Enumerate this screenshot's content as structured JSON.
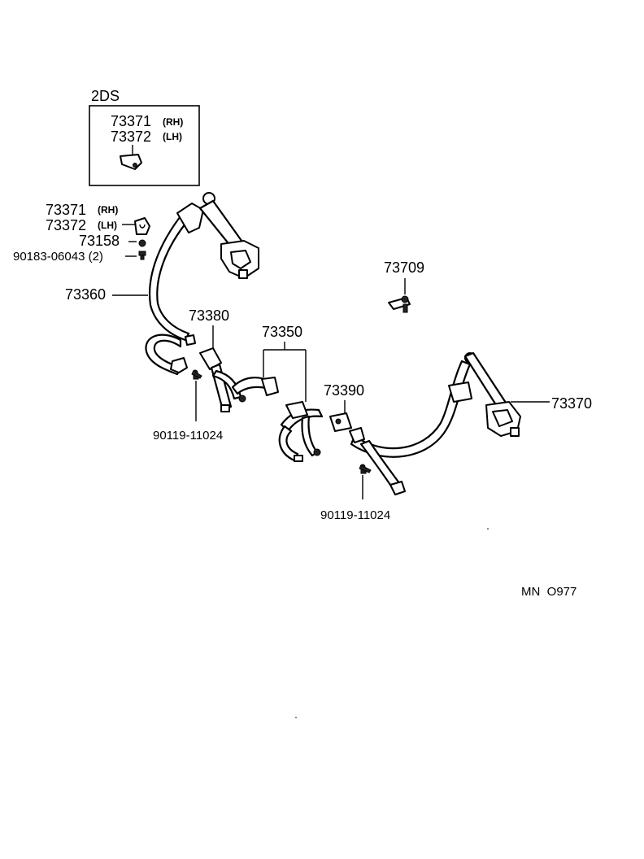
{
  "labels": {
    "variant": "2DS",
    "box_part_rh": "73371",
    "box_part_rh_side": "(RH)",
    "box_part_lh": "73372",
    "box_part_lh_side": "(LH)",
    "part_rh": "73371",
    "part_rh_side": "(RH)",
    "part_lh": "73372",
    "part_lh_side": "(LH)",
    "part_73158": "73158",
    "bolt_90183": "90183-06043 (2)",
    "belt_left": "73360",
    "part_73709": "73709",
    "buckle_73380": "73380",
    "buckle_73350": "73350",
    "buckle_73390": "73390",
    "belt_right": "73370",
    "bolt_left": "90119-11024",
    "bolt_right": "90119-11024",
    "diagram_code": "MN  O977"
  }
}
